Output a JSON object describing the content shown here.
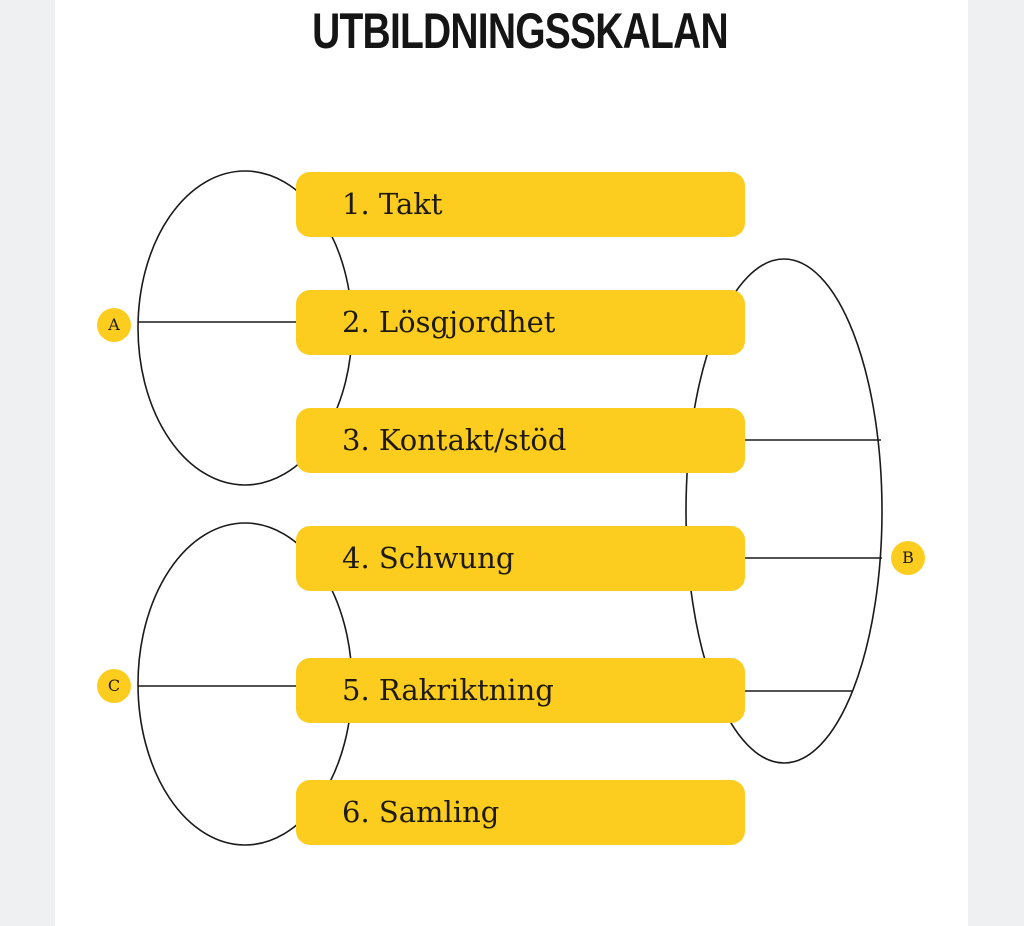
{
  "title": "UTBILDNINGSSKALAN",
  "steps": [
    "1. Takt",
    "2. Lösgjordhet",
    "3. Kontakt/stöd",
    "4. Schwung",
    "5. Rakriktning",
    "6. Samling"
  ],
  "groups": {
    "a": "A",
    "b": "B",
    "c": "C"
  },
  "colors": {
    "accent": "#fccd1e",
    "background": "#eff0f2"
  }
}
